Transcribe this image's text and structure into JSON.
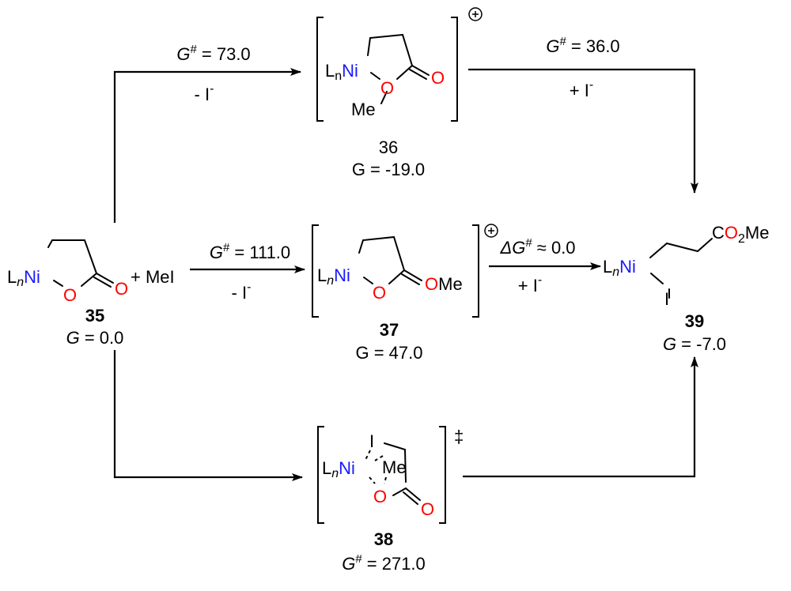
{
  "scheme": {
    "colors": {
      "nickel": "#1a1aff",
      "oxygen": "#ff0000",
      "text": "#000000"
    },
    "compounds": {
      "c35": {
        "number": "35",
        "energy_label": "G = 0.0",
        "ln": "L",
        "n": "n",
        "ni": "Ni",
        "o_ring": "O",
        "o_carbonyl": "O",
        "reagent": "+ MeI"
      },
      "c36": {
        "number": "36",
        "energy_label": "G = -19.0",
        "charge": "+",
        "ln": "L",
        "n": "n",
        "ni": "Ni",
        "o_ring": "O",
        "o_carbonyl": "O",
        "me": "Me"
      },
      "c37": {
        "number": "37",
        "energy_label": "G = 47.0",
        "charge": "+",
        "ln": "L",
        "n": "n",
        "ni": "Ni",
        "o_ring": "O",
        "o_ome": "O",
        "me": "Me"
      },
      "c38": {
        "number": "38",
        "energy_label_prefix": "G",
        "energy_label_sup": "#",
        "energy_label_value": " = 271.0",
        "charge": "‡",
        "ln": "L",
        "n": "n",
        "ni": "Ni",
        "o_ring": "O",
        "o_carbonyl": "O",
        "me": "Me",
        "iodide": "I"
      },
      "c39": {
        "number": "39",
        "energy_label": "G = -7.0",
        "ln": "L",
        "n": "n",
        "ni": "Ni",
        "iodide": "I",
        "ester_c": "C",
        "ester_o": "O",
        "ester_2": "2",
        "ester_me": "Me"
      }
    },
    "arrows": {
      "a35_36": {
        "above_prefix": "G",
        "above_sup": "#",
        "above_value": " = 73.0",
        "below_prefix": "- I",
        "below_sup": "-"
      },
      "a36_39": {
        "above_prefix": "G",
        "above_sup": "#",
        "above_value": " = 36.0",
        "below_prefix": "+ I",
        "below_sup": "-"
      },
      "a35_37": {
        "above_prefix": "G",
        "above_sup": "#",
        "above_value": " = 111.0",
        "below_prefix": "- I",
        "below_sup": "-"
      },
      "a37_39": {
        "above_prefix": "ΔG",
        "above_sup": "#",
        "above_value": " ≈ 0.0",
        "below_prefix": "+ I",
        "below_sup": "-"
      },
      "a35_38_39": {}
    }
  }
}
